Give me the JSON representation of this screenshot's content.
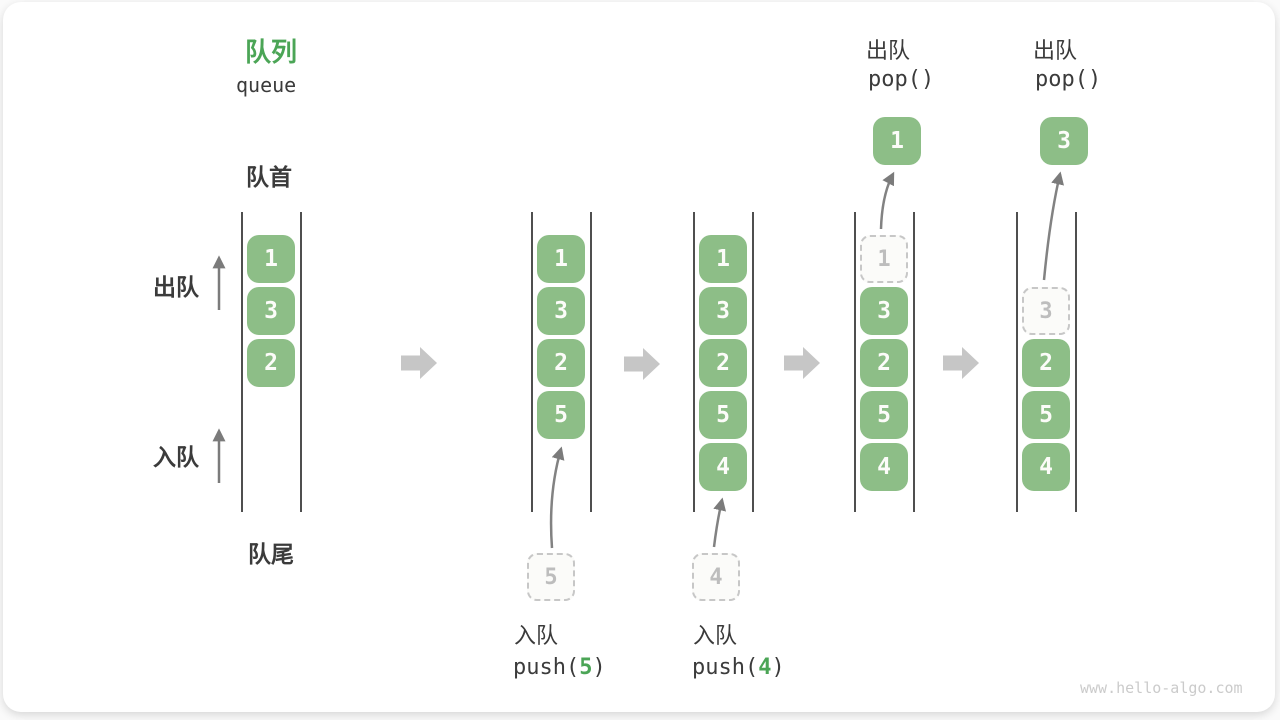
{
  "header": {
    "title_zh": "队列",
    "title_en": "queue"
  },
  "side_labels": {
    "front": "队首",
    "rear": "队尾",
    "dequeue": "出队",
    "enqueue": "入队"
  },
  "pop_ops": [
    {
      "label": "出队",
      "code": "pop()",
      "value": "1"
    },
    {
      "label": "出队",
      "code": "pop()",
      "value": "3"
    }
  ],
  "push_ops": [
    {
      "label": "入队",
      "code_pre": "push(",
      "arg": "5",
      "code_post": ")",
      "ghost": "5"
    },
    {
      "label": "入队",
      "code_pre": "push(",
      "arg": "4",
      "code_post": ")",
      "ghost": "4"
    }
  ],
  "states": [
    {
      "boxes": [
        "1",
        "3",
        "2"
      ]
    },
    {
      "boxes": [
        "1",
        "3",
        "2",
        "5"
      ]
    },
    {
      "boxes": [
        "1",
        "3",
        "2",
        "5",
        "4"
      ]
    },
    {
      "ghost": "1",
      "boxes": [
        "3",
        "2",
        "5",
        "4"
      ]
    },
    {
      "ghost": "3",
      "boxes": [
        "2",
        "5",
        "4"
      ]
    }
  ],
  "watermark": "www.hello-algo.com",
  "colors": {
    "accent_green": "#4BA556",
    "box_green": "#8DBE87",
    "arrow_gray": "#C6C6C6",
    "line_gray": "#4F4F4F"
  }
}
